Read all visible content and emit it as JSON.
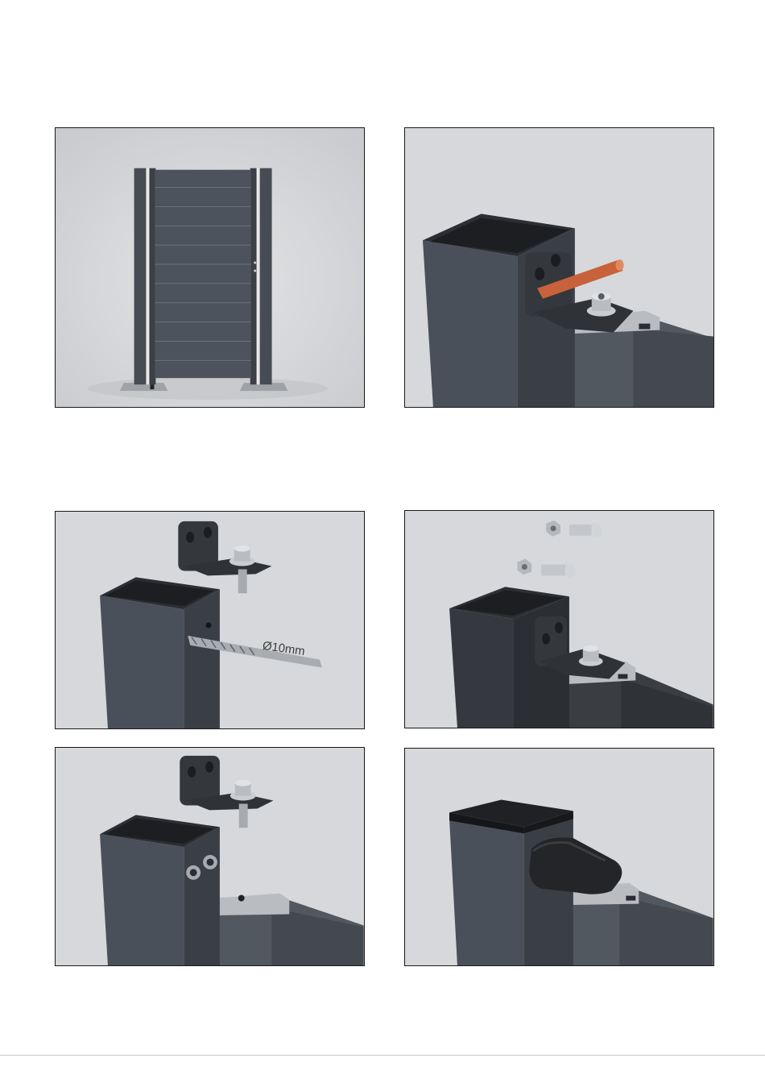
{
  "steps": [
    {
      "id": "step-1-gate-overview"
    },
    {
      "id": "step-2-hinge-mounted"
    },
    {
      "id": "step-3-drill-post",
      "drill_label": "Ø10mm"
    },
    {
      "id": "step-4-bolts"
    },
    {
      "id": "step-5-insert-hinge"
    },
    {
      "id": "step-6-cap-fitted"
    }
  ],
  "colors": {
    "background": "#d3d5d8",
    "post": "#4a5059",
    "post_dark": "#33373d",
    "steel": "#b9bdc2",
    "hinge_bracket": "#3a3d42",
    "pin": "#c8623a",
    "cap": "#1f2124"
  }
}
